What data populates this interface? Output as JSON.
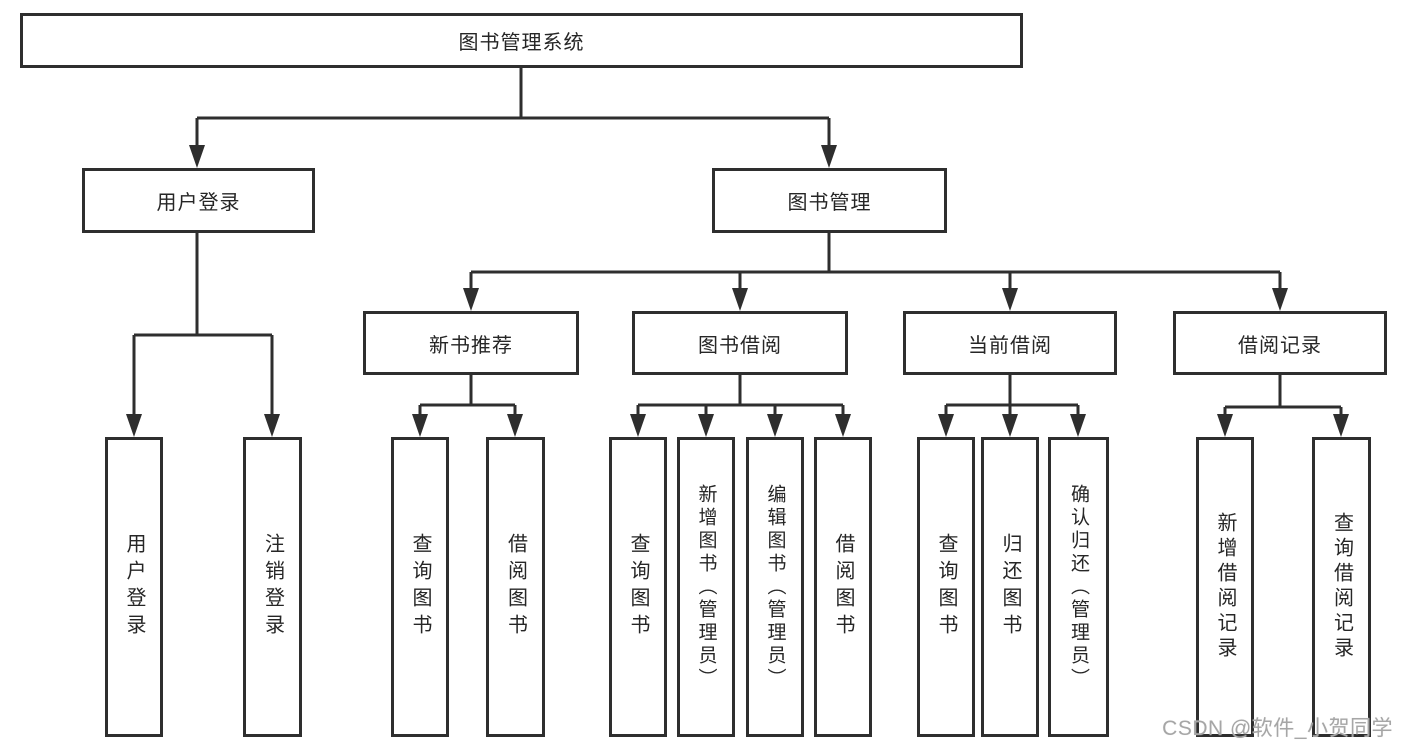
{
  "diagram": {
    "title": "图书管理系统",
    "colors": {
      "line": "#2e2e2e",
      "box_border": "#2e2e2e",
      "text": "#262626",
      "background": "#ffffff",
      "watermark": "#a6a6a6"
    },
    "nodes": {
      "root": "图书管理系统",
      "user_login": "用户登录",
      "book_mgmt": "图书管理",
      "new_book_rec": "新书推荐",
      "book_borrow": "图书借阅",
      "current_borrow": "当前借阅",
      "borrow_record": "借阅记录",
      "leaf_user_login": "用户登录",
      "leaf_logout": "注销登录",
      "leaf_query_book_nb": "查询图书",
      "leaf_borrow_book_nb": "借阅图书",
      "leaf_query_book_bb": "查询图书",
      "leaf_add_book": "新增图书（管理员）",
      "leaf_edit_book": "编辑图书（管理员）",
      "leaf_borrow_book_bb": "借阅图书",
      "leaf_query_book_cb": "查询图书",
      "leaf_return_book": "归还图书",
      "leaf_confirm_return": "确认归还（管理员）",
      "leaf_add_record": "新增借阅记录",
      "leaf_query_record": "查询借阅记录"
    }
  },
  "watermark": {
    "text": "CSDN @软件_小贺同学"
  }
}
